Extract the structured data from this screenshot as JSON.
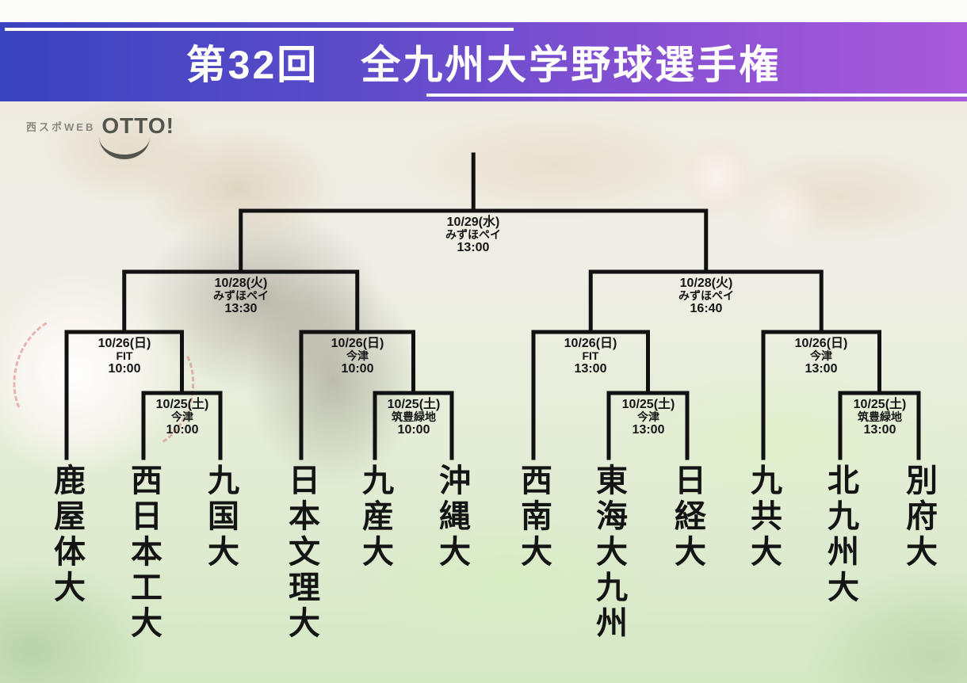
{
  "banner": {
    "title": "第32回　全九州大学野球選手権",
    "colors": {
      "blue": "#3a43c0",
      "purple": "#a95ada",
      "text": "#ffffff"
    }
  },
  "logo": {
    "prefix": "西スポWEB",
    "brand": "OTTO!"
  },
  "bracket": {
    "line_color": "#111111",
    "teams": [
      {
        "name": "鹿屋体大"
      },
      {
        "name": "西日本工大"
      },
      {
        "name": "九国大"
      },
      {
        "name": "日本文理大"
      },
      {
        "name": "九産大"
      },
      {
        "name": "沖縄大"
      },
      {
        "name": "西南大"
      },
      {
        "name": "東海大九州"
      },
      {
        "name": "日経大"
      },
      {
        "name": "九共大"
      },
      {
        "name": "北九州大"
      },
      {
        "name": "別府大"
      }
    ],
    "matches": {
      "final": {
        "date": "10/29(水)",
        "venue": "みずほペイ",
        "time": "13:00"
      },
      "sf1": {
        "date": "10/28(火)",
        "venue": "みずほペイ",
        "time": "13:30"
      },
      "sf2": {
        "date": "10/28(火)",
        "venue": "みずほペイ",
        "time": "16:40"
      },
      "qf1": {
        "date": "10/26(日)",
        "venue": "FIT",
        "time": "10:00"
      },
      "qf2": {
        "date": "10/26(日)",
        "venue": "今津",
        "time": "10:00"
      },
      "qf3": {
        "date": "10/26(日)",
        "venue": "FIT",
        "time": "13:00"
      },
      "qf4": {
        "date": "10/26(日)",
        "venue": "今津",
        "time": "13:00"
      },
      "r1a": {
        "date": "10/25(土)",
        "venue": "今津",
        "time": "10:00"
      },
      "r1b": {
        "date": "10/25(土)",
        "venue": "筑豊緑地",
        "time": "10:00"
      },
      "r1c": {
        "date": "10/25(土)",
        "venue": "今津",
        "time": "13:00"
      },
      "r1d": {
        "date": "10/25(土)",
        "venue": "筑豊緑地",
        "time": "13:00"
      }
    }
  }
}
